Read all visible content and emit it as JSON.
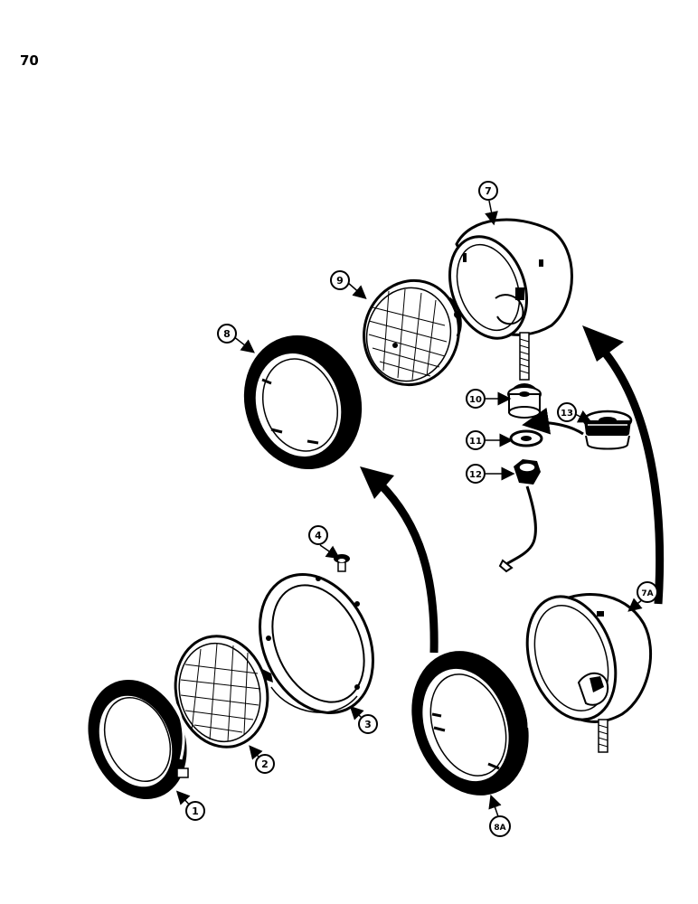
{
  "page_number": "70",
  "callouts": {
    "c1": "1",
    "c2": "2",
    "c3": "3",
    "c4": "4",
    "c7": "7",
    "c7a": "7A",
    "c8": "8",
    "c8a": "8A",
    "c9": "9",
    "c10": "10",
    "c11": "11",
    "c12": "12",
    "c13": "13"
  }
}
